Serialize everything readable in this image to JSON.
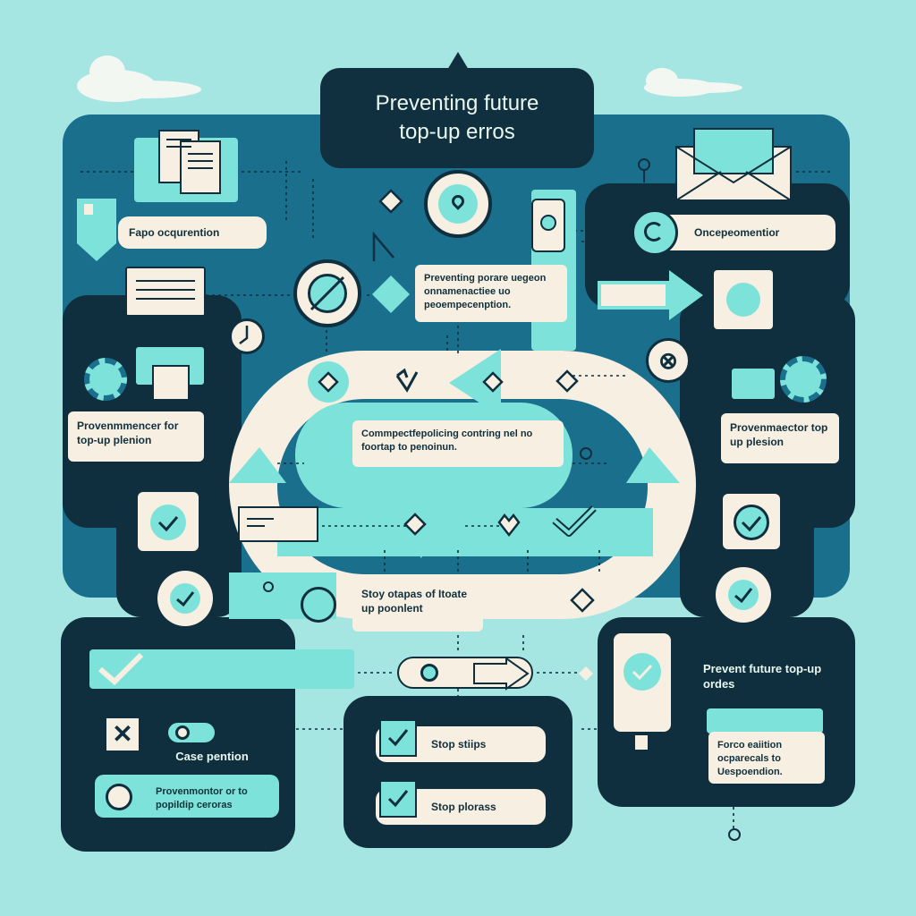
{
  "title": {
    "line1": "Preventing future",
    "line2": "top-up erros"
  },
  "labels": {
    "fapo": "Fapo ocqurention",
    "onc": "Oncepeomentior",
    "center_top": "Preventing porare uegeon onnamenactiee uo peoempecenption.",
    "left_mid": "Provenmmencer for top-up plenion",
    "right_mid": "Provenmaector top up plesion",
    "loop_center": "Commpectfepolicing contring nel no foortap to penoinun.",
    "stop_stages": "Stoy otapas of Itoate up poonlent",
    "case_position": "Case pention",
    "prevention_popular": "Provenmontor or to popildip ceroras",
    "stop_steps": "Stop stiips",
    "stop_process": "Stop plorass",
    "prevent_future_orders": "Prevent future top-up ordes",
    "force_caption": "Forco eaiition ocparecals to Uespoendion."
  },
  "colors": {
    "background": "#a6e6e2",
    "dark_panel": "#0f2f3e",
    "teal_panel": "#1a6f8d",
    "accent": "#7de3da",
    "cream": "#f7efe1"
  },
  "icons": [
    "document-icon",
    "bookmark-icon",
    "envelope-icon",
    "location-pin-icon",
    "phone-icon",
    "check-icon",
    "x-icon",
    "gear-icon",
    "clock-icon",
    "no-entry-icon",
    "heart-icon",
    "diamond-icon",
    "arrow-icon"
  ]
}
